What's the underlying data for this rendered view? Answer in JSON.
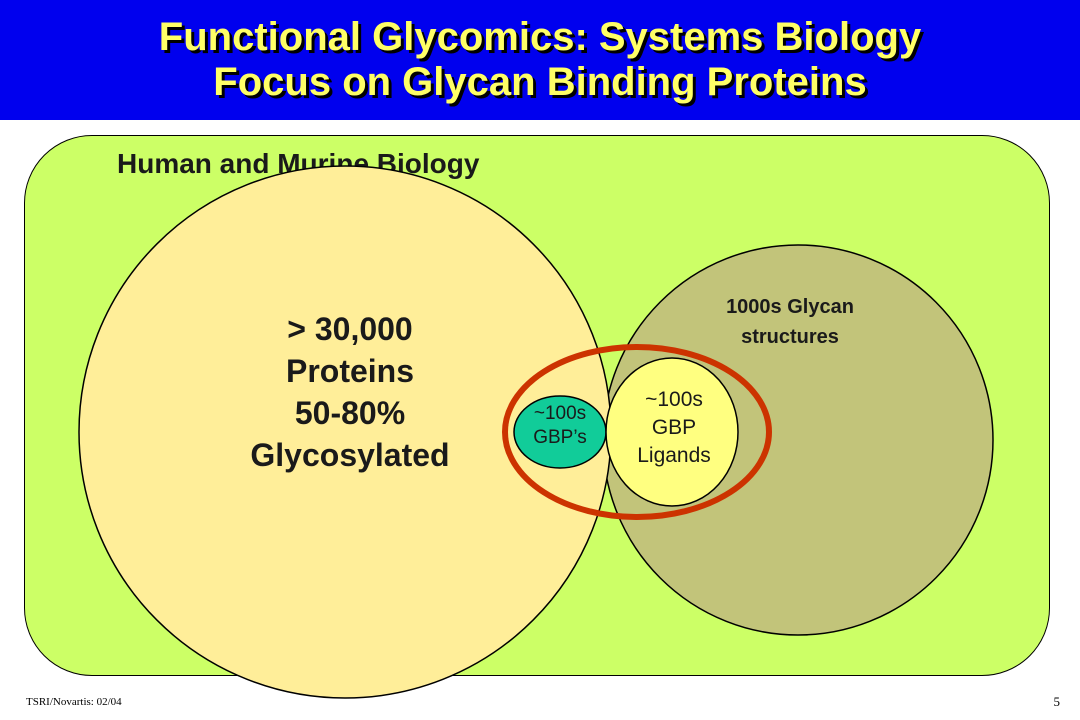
{
  "slide": {
    "title_line1": "Functional Glycomics: Systems Biology",
    "title_line2": "Focus on Glycan Binding Proteins",
    "region_label": "Human and Murine Biology",
    "proteins": [
      "> 30,000",
      "Proteins",
      "50-80%",
      "Glycosylated"
    ],
    "glycans": [
      "1000s Glycan",
      "structures"
    ],
    "gbps": [
      "~100s",
      "GBP’s"
    ],
    "ligands": [
      "~100s",
      "GBP",
      "Ligands"
    ],
    "footer_left": "TSRI/Novartis: 02/04",
    "page_number": "5"
  },
  "colors": {
    "header_bg": "#0000ee",
    "title_text": "#ffff66",
    "region_bg": "#ccff66",
    "proteins_circle": "#ffee99",
    "glycans_circle": "#c2c47a",
    "gbp_ellipse": "#11cc99",
    "ligands_ellipse": "#ffff80",
    "highlight_ring": "#cc3300"
  }
}
